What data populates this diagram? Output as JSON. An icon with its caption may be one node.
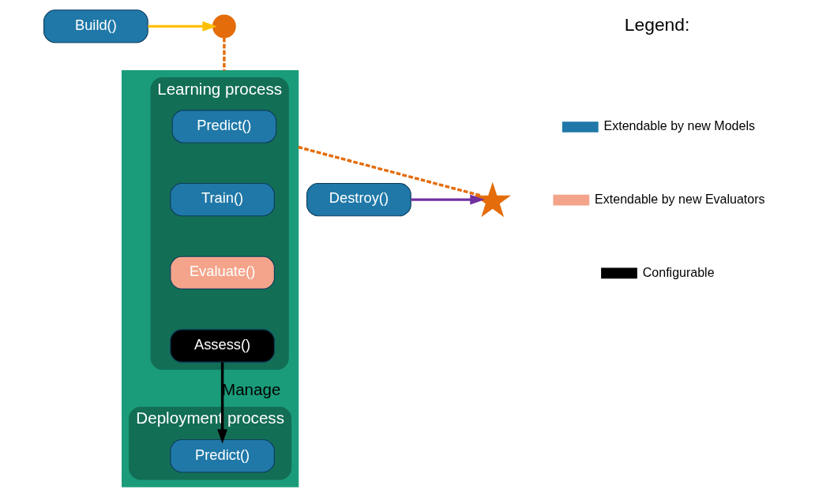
{
  "diagram": {
    "nodes": [
      {
        "text": [
          "Build()"
        ]
      },
      {
        "text": [],
        "shape": "circle"
      },
      {
        "text": [],
        "shape": "box"
      },
      {
        "text": [
          "Learning process"
        ],
        "in": 2
      },
      {
        "text": [
          "Predict()"
        ],
        "in": 3
      },
      {
        "text": [
          "Train()"
        ],
        "in": 3
      },
      {
        "text": [
          "Evaluate()"
        ],
        "in": 3
      },
      {
        "text": [
          "Assess()"
        ],
        "in": 3
      },
      {
        "text": [
          "Deployment process"
        ],
        "in": 2
      },
      {
        "text": [
          "Predict()"
        ],
        "in": 8
      },
      {
        "text": [],
        "shape": "cross"
      },
      {
        "text": [
          "Destroy()"
        ]
      }
    ],
    "edges": [
      {
        "from": 0,
        "to": 1,
        "arrow": "to",
        "color": "#ffc000"
      },
      {
        "from": 1,
        "to": 2,
        "arrow": "none",
        "style": "dashed",
        "color": "#e46c0a"
      },
      {
        "from": 2,
        "to": 10,
        "arrow": "none",
        "style": "dashed",
        "color": "#e46c0a"
      },
      {
        "from": 7,
        "to": 9,
        "arrow": "to",
        "label": "Manage",
        "color": "#000000"
      },
      {
        "from": 11,
        "to": 10,
        "arrow": "to",
        "color": "#7030a0"
      }
    ],
    "labels": [
      "Legend:"
    ],
    "legend": [
      {
        "text": "Extendable by new Models",
        "color": "#1f78a8"
      },
      {
        "text": "Extendable by new Evaluators",
        "color": "#f4a48a"
      },
      {
        "text": "Configurable",
        "color": "#000000"
      }
    ]
  }
}
